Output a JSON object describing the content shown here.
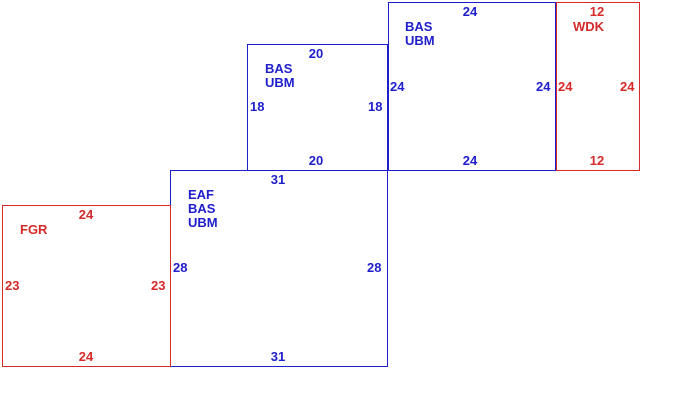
{
  "colors": {
    "blue": "#1e1ecc",
    "red": "#d62a2a"
  },
  "rooms": {
    "top_right_small": {
      "codes": [
        "WDK"
      ],
      "top": "12",
      "bottom": "12",
      "left": "24",
      "right": "24"
    },
    "top_middle": {
      "codes": [
        "BAS",
        "UBM"
      ],
      "top": "24",
      "bottom": "24",
      "left": "24",
      "right": "24"
    },
    "middle": {
      "codes": [
        "BAS",
        "UBM"
      ],
      "top": "20",
      "bottom": "20",
      "left": "18",
      "right": "18"
    },
    "large": {
      "codes": [
        "EAF",
        "BAS",
        "UBM"
      ],
      "top": "31",
      "bottom": "31",
      "left": "28",
      "right": "28"
    },
    "left": {
      "codes": [
        "FGR"
      ],
      "top": "24",
      "bottom": "24",
      "left": "23",
      "right": "23"
    }
  }
}
